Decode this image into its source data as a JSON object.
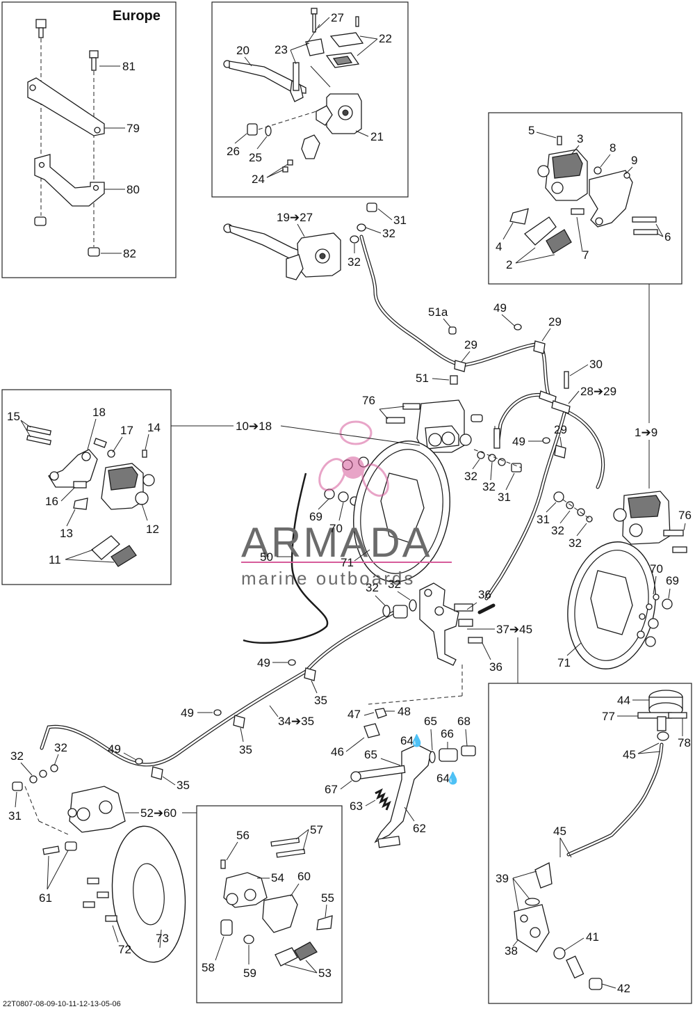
{
  "region_title": "Europe",
  "watermark": {
    "brand": "ARMADA",
    "tagline": "marine outboards"
  },
  "drawing_code": "22T0807-08-09-10-11-12-13-05-06",
  "callouts": {
    "c20": "20",
    "c27": "27",
    "c22": "22",
    "c23": "23",
    "c21": "21",
    "c26": "26",
    "c25": "25",
    "c24": "24",
    "c81": "81",
    "c79": "79",
    "c80": "80",
    "c82": "82",
    "c19_27": "19➔27",
    "c31a": "31",
    "c32a": "32",
    "c32b": "32",
    "c5": "5",
    "c3": "3",
    "c8": "8",
    "c9": "9",
    "c4": "4",
    "c2": "2",
    "c7": "7",
    "c6": "6",
    "c51a": "51a",
    "c49a": "49",
    "c29a": "29",
    "c29b": "29",
    "c51": "51",
    "c30": "30",
    "c28_29": "28➔29",
    "c29c": "29",
    "c1_9": "1➔9",
    "c49b": "49",
    "c76a": "76",
    "c10_18": "10➔18",
    "c15": "15",
    "c18": "18",
    "c17": "17",
    "c14": "14",
    "c16": "16",
    "c12": "12",
    "c13": "13",
    "c11": "11",
    "c32c": "32",
    "c32d": "32",
    "c31b": "31",
    "c69a": "69",
    "c70a": "70",
    "c71a": "71",
    "c50": "50",
    "c31c": "31",
    "c32e": "32",
    "c32f": "32",
    "c76b": "76",
    "c70b": "70",
    "c69b": "69",
    "c71b": "71",
    "c32g": "32",
    "c32h": "32",
    "c36a": "36",
    "c37_45": "37➔45",
    "c36b": "36",
    "c49c": "49",
    "c35a": "35",
    "c49d": "49",
    "c34_35": "34➔35",
    "c35b": "35",
    "c47": "47",
    "c48": "48",
    "c65a": "65",
    "c66": "66",
    "c68": "68",
    "c64a": "64",
    "c46": "46",
    "c65b": "65",
    "c64b": "64",
    "c67": "67",
    "c63": "63",
    "c62": "62",
    "c44": "44",
    "c77": "77",
    "c78": "78",
    "c45a": "45",
    "c45b": "45",
    "c39": "39",
    "c38": "38",
    "c41": "41",
    "c42": "42",
    "c32i": "32",
    "c32j": "32",
    "c31d": "31",
    "c49e": "49",
    "c35c": "35",
    "c52_60": "52➔60",
    "c61": "61",
    "c72": "72",
    "c73": "73",
    "c56": "56",
    "c57": "57",
    "c54": "54",
    "c60": "60",
    "c55": "55",
    "c58": "58",
    "c59": "59",
    "c53": "53"
  }
}
